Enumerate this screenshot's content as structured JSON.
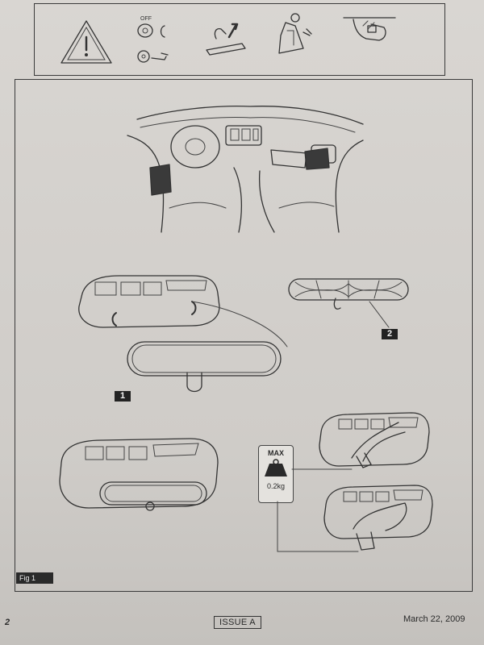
{
  "callouts": {
    "c1": "1",
    "c2": "2"
  },
  "weight": {
    "max": "MAX",
    "value": "0.2kg"
  },
  "figure": {
    "label": "Fig 1"
  },
  "footer": {
    "page": "2",
    "issue": "ISSUE A",
    "date": "March 22, 2009"
  },
  "top_icons": {
    "ignition_off": "OFF"
  }
}
